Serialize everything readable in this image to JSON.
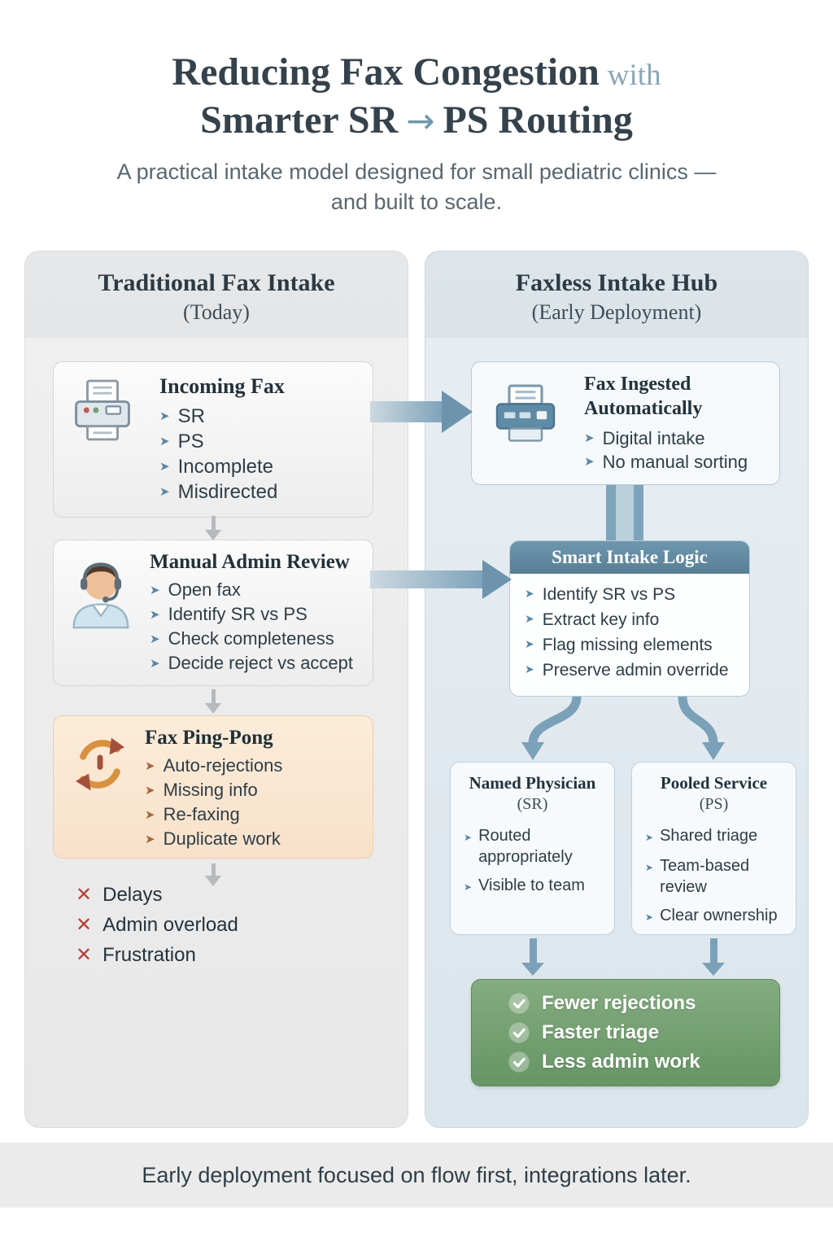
{
  "icons": {
    "bullet": "➤",
    "cross": "✕",
    "arrow_right": "→"
  },
  "header": {
    "title_main": "Reducing Fax Congestion",
    "title_with": "with",
    "title_line2_pre": "Smarter SR",
    "title_line2_post": "PS Routing",
    "subtitle": "A practical intake model designed for small pediatric clinics — and built to scale."
  },
  "left": {
    "title": "Traditional Fax Intake",
    "subtitle": "(Today)",
    "incoming": {
      "title": "Incoming Fax",
      "bullets": [
        "SR",
        "PS",
        "Incomplete",
        "Misdirected"
      ]
    },
    "review": {
      "title": "Manual Admin Review",
      "bullets": [
        "Open fax",
        "Identify SR vs PS",
        "Check completeness",
        "Decide reject vs accept"
      ]
    },
    "pingpong": {
      "title": "Fax Ping-Pong",
      "bullets": [
        "Auto-rejections",
        "Missing info",
        "Re-faxing",
        "Duplicate work"
      ]
    },
    "outcomes": [
      "Delays",
      "Admin overload",
      "Frustration"
    ]
  },
  "right": {
    "title": "Faxless Intake Hub",
    "subtitle": "(Early Deployment)",
    "ingested": {
      "title_line1": "Fax Ingested",
      "title_line2": "Automatically",
      "bullets": [
        "Digital intake",
        "No manual sorting"
      ]
    },
    "logic": {
      "title": "Smart Intake Logic",
      "bullets": [
        "Identify SR vs PS",
        "Extract key info",
        "Flag missing elements",
        "Preserve admin override"
      ]
    },
    "sr": {
      "title": "Named Physician",
      "subtitle": "(SR)",
      "bullets": [
        "Routed appropriately",
        "Visible to team"
      ]
    },
    "ps": {
      "title": "Pooled Service",
      "subtitle": "(PS)",
      "bullets": [
        "Shared triage",
        "Team-based review",
        "Clear ownership"
      ]
    },
    "benefits": [
      "Fewer rejections",
      "Faster triage",
      "Less admin work"
    ]
  },
  "footer": {
    "text": "Early deployment focused on flow first, integrations later."
  },
  "colors": {
    "accent_blue": "#5d89a6",
    "arrow_blue": "#7ba1b9",
    "pingpong_bg": "#fbe7d3",
    "benefit_green": "#6f9e6c",
    "cross_red": "#b5413a"
  }
}
